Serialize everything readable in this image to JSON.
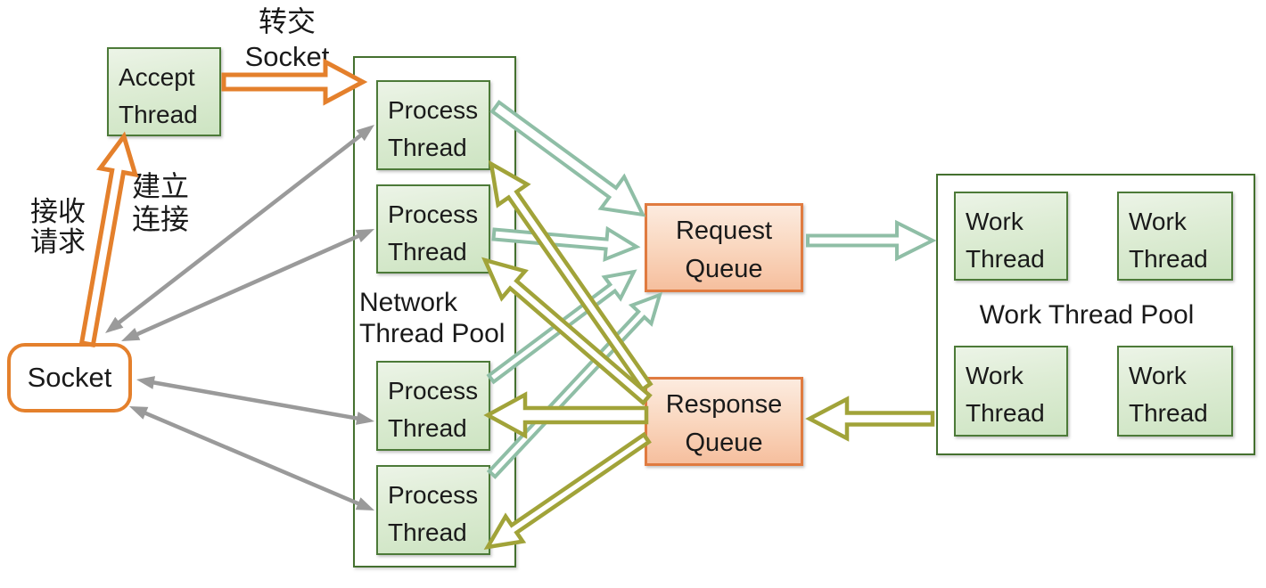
{
  "nodes": {
    "socket": "Socket",
    "accept_thread": "Accept Thread",
    "network_pool_label": "Network Thread Pool",
    "process_threads": [
      "Process Thread",
      "Process Thread",
      "Process Thread",
      "Process Thread"
    ],
    "request_queue": "Request Queue",
    "response_queue": "Response Queue",
    "work_pool_label": "Work Thread Pool",
    "work_threads": [
      "Work Thread",
      "Work Thread",
      "Work Thread",
      "Work Thread"
    ]
  },
  "labels": {
    "handoff_line1": "转交",
    "handoff_line2": "Socket",
    "receive_request": "接收请求",
    "establish_connection": "建立连接"
  },
  "colors": {
    "orange": "#E4802C",
    "teal": "#8FBEA6",
    "olive": "#A1A339",
    "gray": "#9A9A9A",
    "green_border": "#4C7A38",
    "green_box_top": "#ECF4E7",
    "green_box_bottom": "#CDE4C2",
    "queue_border": "#E07B40",
    "queue_top": "#FCEBDF",
    "queue_bottom": "#F6BF9E"
  }
}
